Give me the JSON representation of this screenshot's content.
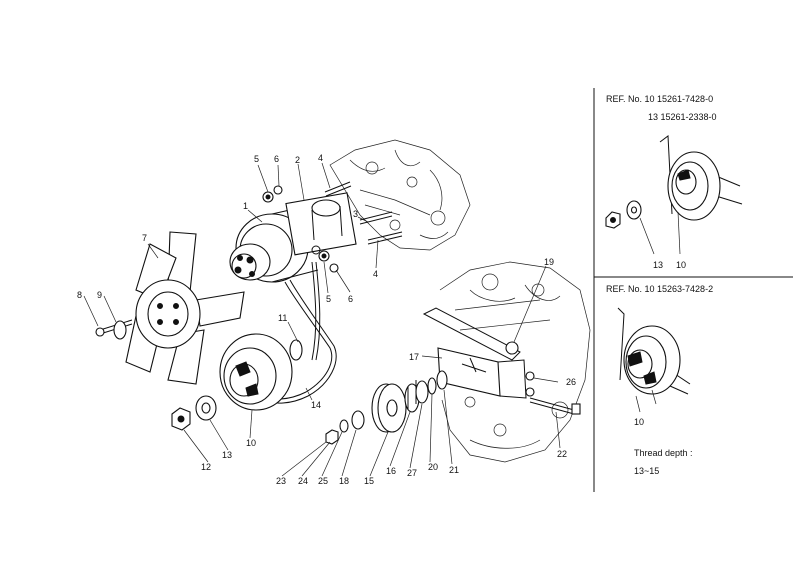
{
  "main_diagram": {
    "callouts": [
      {
        "id": "c5a",
        "label": "5"
      },
      {
        "id": "c6a",
        "label": "6"
      },
      {
        "id": "c2",
        "label": "2"
      },
      {
        "id": "c4a",
        "label": "4"
      },
      {
        "id": "c1",
        "label": "1"
      },
      {
        "id": "c3",
        "label": "3"
      },
      {
        "id": "c4b",
        "label": "4"
      },
      {
        "id": "c5b",
        "label": "5"
      },
      {
        "id": "c6b",
        "label": "6"
      },
      {
        "id": "c7",
        "label": "7"
      },
      {
        "id": "c8",
        "label": "8"
      },
      {
        "id": "c9",
        "label": "9"
      },
      {
        "id": "c11",
        "label": "11"
      },
      {
        "id": "c14",
        "label": "14"
      },
      {
        "id": "c10",
        "label": "10"
      },
      {
        "id": "c13",
        "label": "13"
      },
      {
        "id": "c12",
        "label": "12"
      },
      {
        "id": "c19",
        "label": "19"
      },
      {
        "id": "c17",
        "label": "17"
      },
      {
        "id": "c26",
        "label": "26"
      },
      {
        "id": "c22",
        "label": "22"
      },
      {
        "id": "c21",
        "label": "21"
      },
      {
        "id": "c20",
        "label": "20"
      },
      {
        "id": "c27",
        "label": "27"
      },
      {
        "id": "c16",
        "label": "16"
      },
      {
        "id": "c15",
        "label": "15"
      },
      {
        "id": "c18",
        "label": "18"
      },
      {
        "id": "c25",
        "label": "25"
      },
      {
        "id": "c24",
        "label": "24"
      },
      {
        "id": "c23",
        "label": "23"
      }
    ]
  },
  "inset_top": {
    "ref_line1": "REF. No. 10  15261-7428-0",
    "ref_line2": "13  15261-2338-0",
    "callouts": [
      {
        "id": "i13",
        "label": "13"
      },
      {
        "id": "i10",
        "label": "10"
      }
    ]
  },
  "inset_bottom": {
    "ref_line1": "REF. No. 10  15263-7428-2",
    "callout_10": "10",
    "thread_label": "Thread depth :",
    "thread_value": "13~15"
  }
}
